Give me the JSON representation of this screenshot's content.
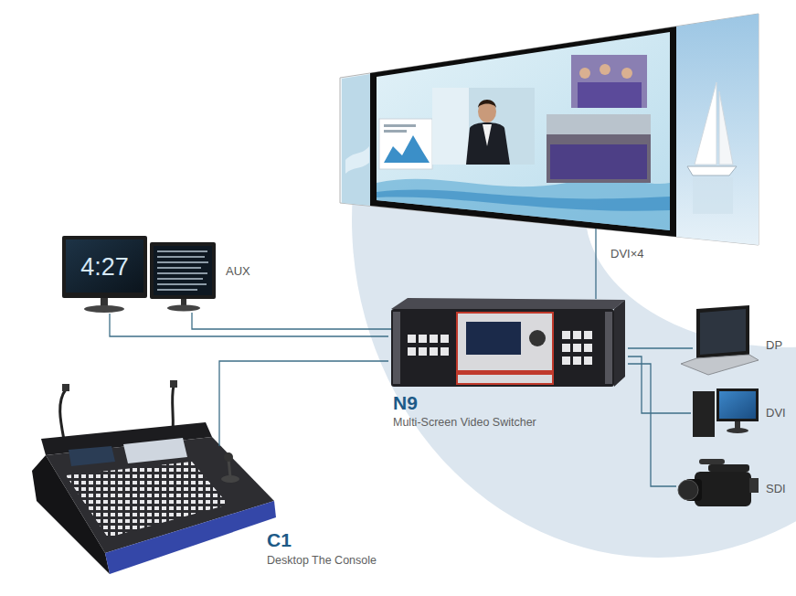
{
  "diagram": {
    "nodes": [
      {
        "text": [
          "AUX"
        ]
      },
      {
        "text": [
          "N9",
          "Multi-Screen Video Switcher"
        ]
      },
      {
        "text": [
          "DP"
        ]
      },
      {
        "text": [
          "DVI"
        ]
      },
      {
        "text": [
          "SDI"
        ]
      },
      {
        "text": [
          "C1",
          "Desktop The Console"
        ]
      }
    ],
    "edges": [
      {
        "from": 1,
        "to": 0,
        "arrow": "none"
      },
      {
        "from": 2,
        "to": 1,
        "arrow": "none"
      },
      {
        "from": 3,
        "to": 1,
        "arrow": "none"
      },
      {
        "from": 4,
        "to": 1,
        "arrow": "none"
      },
      {
        "from": 5,
        "to": 1,
        "arrow": "none"
      }
    ],
    "labels": [
      "DVI×4",
      "4:27"
    ]
  }
}
